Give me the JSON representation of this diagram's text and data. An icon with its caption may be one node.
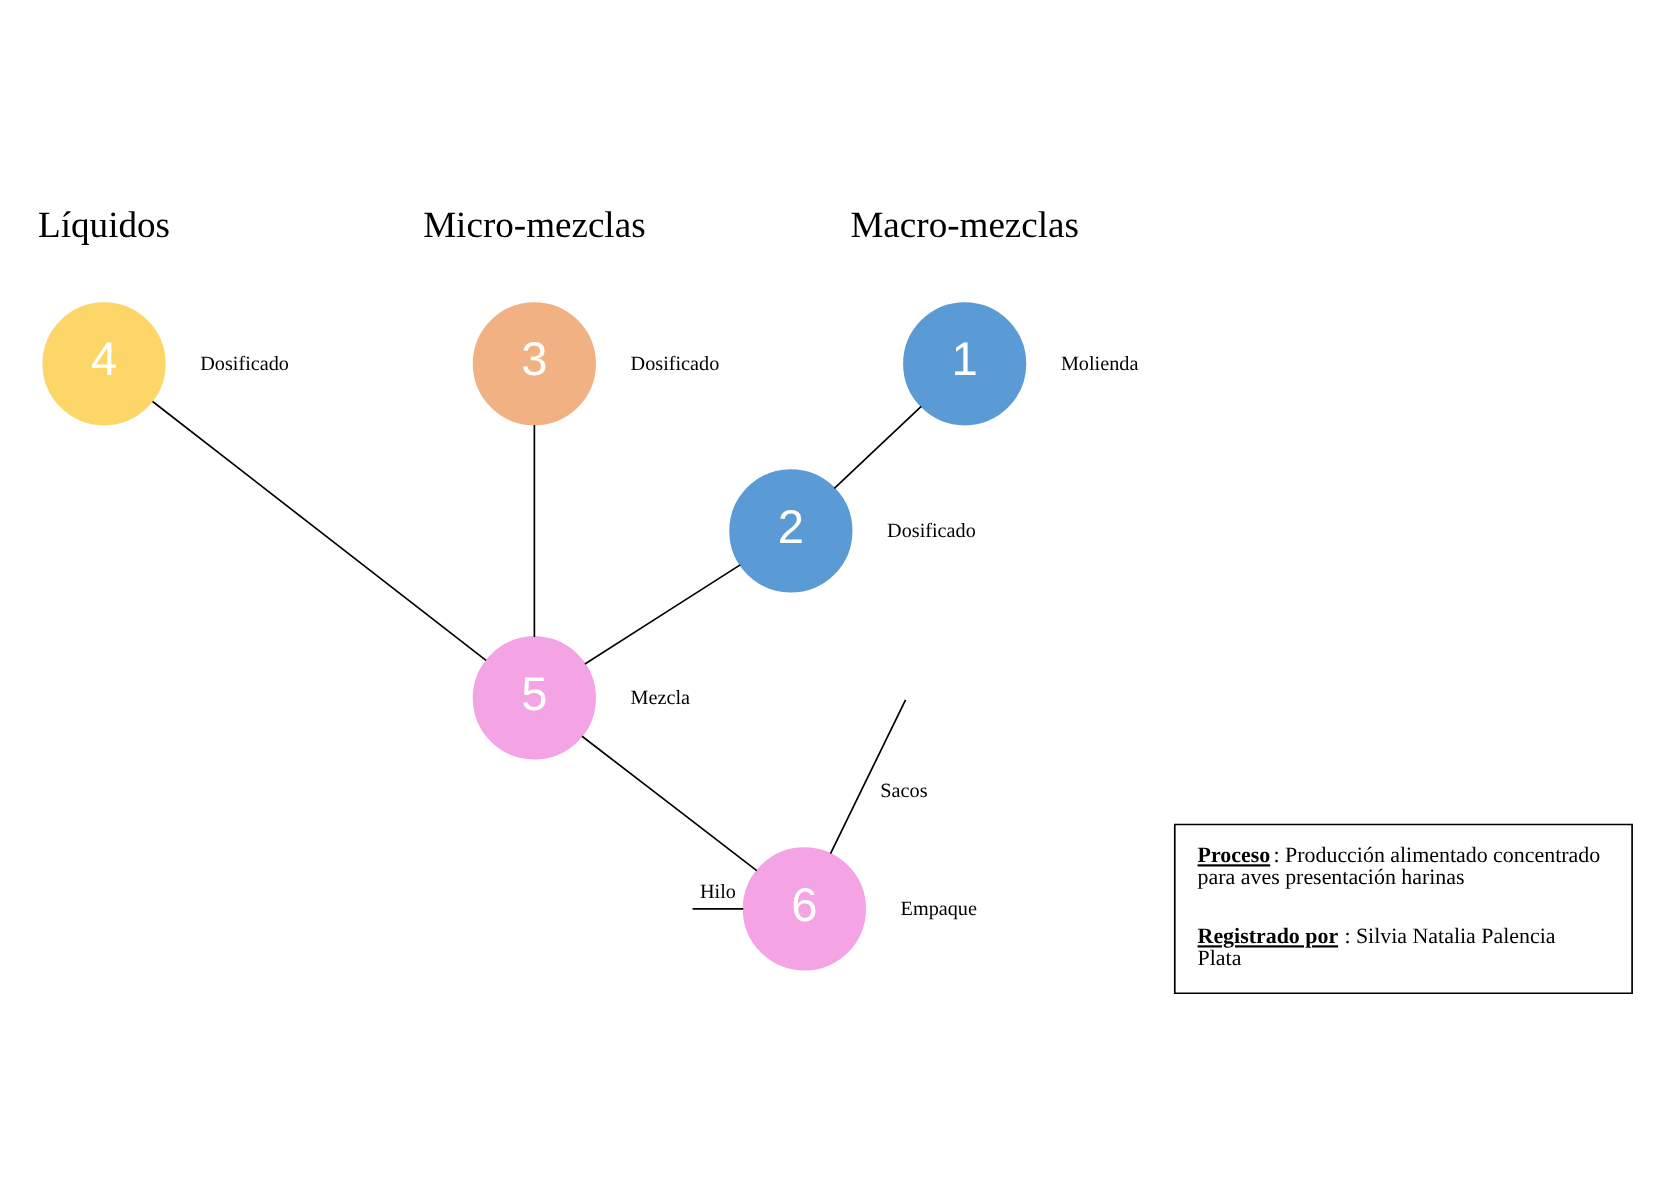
{
  "diagram": {
    "nodes": [
      {
        "text": [
          "4"
        ],
        "beside": [
          "Dosificado"
        ]
      },
      {
        "text": [
          "3"
        ],
        "beside": [
          "Dosificado"
        ]
      },
      {
        "text": [
          "1"
        ],
        "beside": [
          "Molienda"
        ]
      },
      {
        "text": [
          "2"
        ],
        "beside": [
          "Dosificado"
        ]
      },
      {
        "text": [
          "5"
        ],
        "beside": [
          "Mezcla"
        ]
      },
      {
        "text": [
          "6"
        ],
        "beside": [
          "Empaque"
        ]
      },
      {
        "text": [
          "**Proceso**: Producción alimentado concentrado para aves presentación harinas",
          "**Registrado por**: Silvia Natalia Palencia Plata"
        ]
      }
    ],
    "edges": [
      {
        "from": 2,
        "to": 3,
        "arrow": "none"
      },
      {
        "from": 3,
        "to": 4,
        "arrow": "none"
      },
      {
        "from": 0,
        "to": 4,
        "arrow": "none"
      },
      {
        "from": 1,
        "to": 4,
        "arrow": "none"
      },
      {
        "from": 4,
        "to": 5,
        "arrow": "none"
      },
      {
        "from": null,
        "to": 5,
        "arrow": "none",
        "label": "Sacos"
      },
      {
        "from": null,
        "to": 5,
        "arrow": "none",
        "label": "Hilo"
      }
    ],
    "labels": [
      "Líquidos",
      "Micro-mezclas",
      "Macro-mezclas"
    ]
  }
}
